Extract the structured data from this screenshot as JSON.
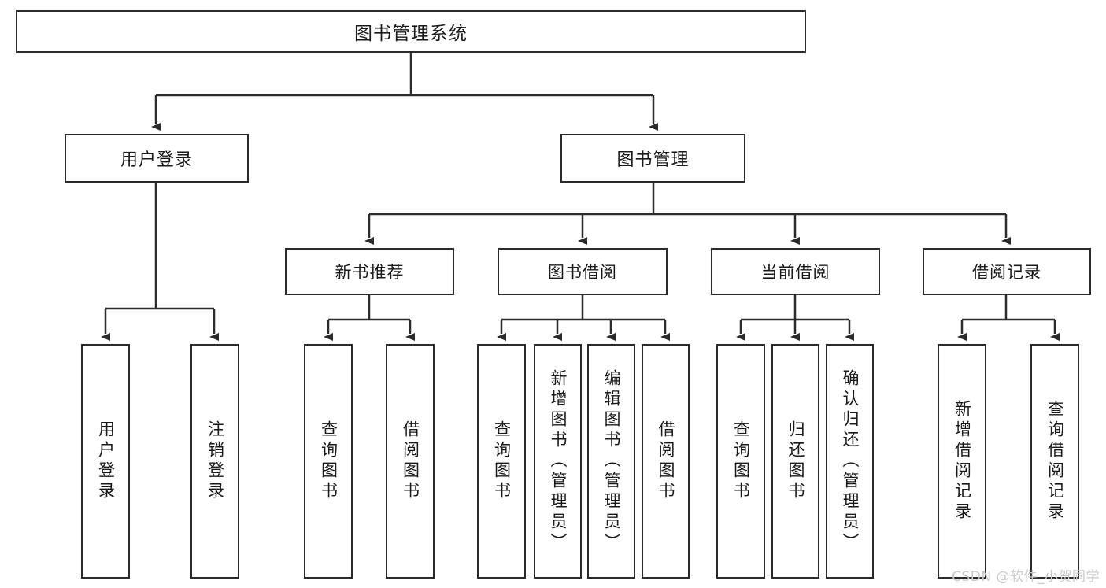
{
  "diagram": {
    "title": "图书管理系统",
    "type": "tree-hierarchy",
    "root": {
      "id": "root",
      "label": "图书管理系统"
    },
    "level2": [
      {
        "id": "user-login",
        "label": "用户登录"
      },
      {
        "id": "book-management",
        "label": "图书管理"
      }
    ],
    "level3": [
      {
        "id": "new-book-recommend",
        "label": "新书推荐",
        "parent": "book-management"
      },
      {
        "id": "book-borrow",
        "label": "图书借阅",
        "parent": "book-management"
      },
      {
        "id": "current-borrow",
        "label": "当前借阅",
        "parent": "book-management"
      },
      {
        "id": "borrow-record",
        "label": "借阅记录",
        "parent": "book-management"
      }
    ],
    "leaves": [
      {
        "id": "leaf-user-login",
        "label": "用户登录",
        "parent": "user-login"
      },
      {
        "id": "leaf-logout-login",
        "label": "注销登录",
        "parent": "user-login"
      },
      {
        "id": "leaf-query-book-1",
        "label": "查询图书",
        "parent": "new-book-recommend"
      },
      {
        "id": "leaf-borrow-book-1",
        "label": "借阅图书",
        "parent": "new-book-recommend"
      },
      {
        "id": "leaf-query-book-2",
        "label": "查询图书",
        "parent": "book-borrow"
      },
      {
        "id": "leaf-add-book",
        "label": "新增图书（管理员）",
        "parent": "book-borrow"
      },
      {
        "id": "leaf-edit-book",
        "label": "编辑图书（管理员）",
        "parent": "book-borrow"
      },
      {
        "id": "leaf-borrow-book-2",
        "label": "借阅图书",
        "parent": "book-borrow"
      },
      {
        "id": "leaf-query-book-3",
        "label": "查询图书",
        "parent": "current-borrow"
      },
      {
        "id": "leaf-return-book",
        "label": "归还图书",
        "parent": "current-borrow"
      },
      {
        "id": "leaf-confirm-return",
        "label": "确认归还（管理员）",
        "parent": "current-borrow"
      },
      {
        "id": "leaf-add-record",
        "label": "新增借阅记录",
        "parent": "borrow-record"
      },
      {
        "id": "leaf-query-record",
        "label": "查询借阅记录",
        "parent": "borrow-record"
      }
    ]
  },
  "watermark": {
    "text": "CSDN @软件_小贺同学"
  },
  "colors": {
    "stroke": "#2b2b2b",
    "box_fill": "#ffffff",
    "text": "#1a1a1a",
    "watermark": "#c9c9c9",
    "background": "#ffffff"
  }
}
